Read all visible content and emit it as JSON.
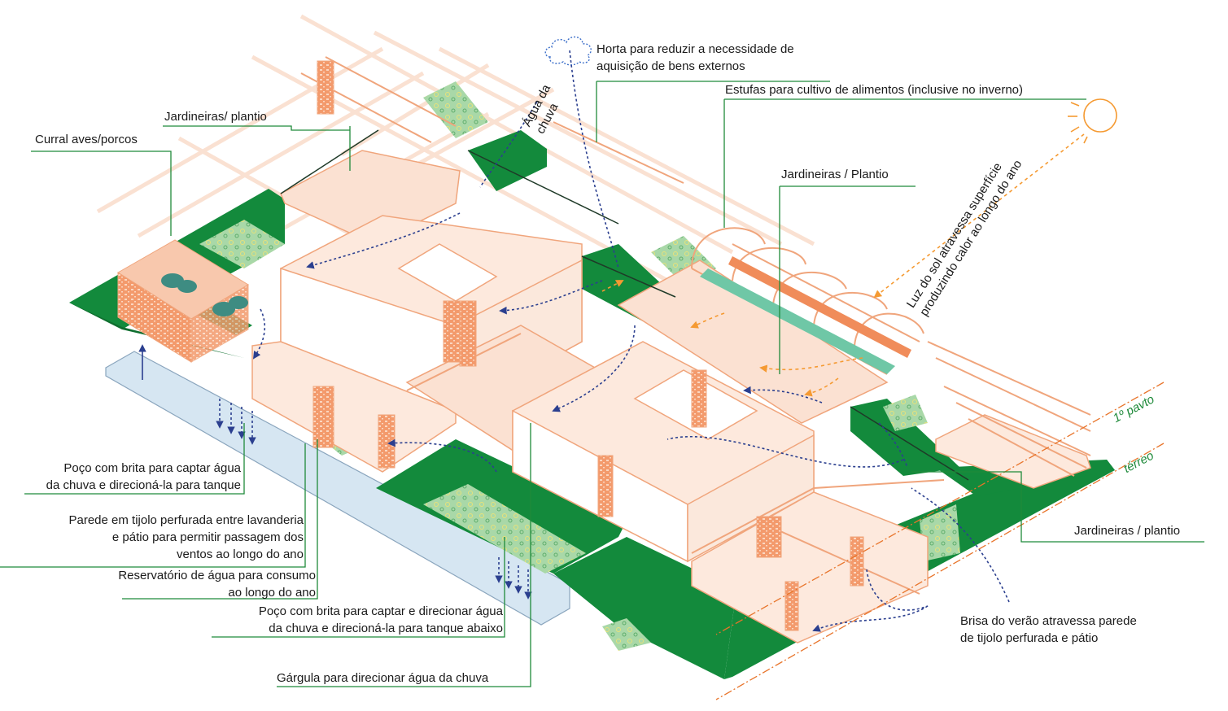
{
  "labels": {
    "horta": [
      "Horta para reduzir a necessidade de",
      "aquisição de bens externos"
    ],
    "agua_chuva": [
      "Água da",
      "chuva"
    ],
    "estufas": "Estufas para cultivo de alimentos (inclusive no inverno)",
    "jardineiras_top": "Jardineiras/ plantio",
    "curral": "Curral aves/porcos",
    "jardineiras_mid": "Jardineiras / Plantio",
    "luz_sol": [
      "Luz do sol atravessa superfície",
      "produzindo calor ao longo do ano"
    ],
    "pavto": "1º pavto",
    "terreo": "térreo",
    "poco_brita_1": [
      "Poço com brita para captar água",
      "da chuva e direcioná-la para tanque"
    ],
    "parede_tijolo": [
      "Parede em tijolo perfurada entre lavanderia",
      "e pátio para permitir passagem dos",
      "ventos ao longo do ano"
    ],
    "reservatorio": [
      "Reservatório de água para consumo",
      "ao longo do ano"
    ],
    "poco_brita_2": [
      "Poço com brita para captar e direcionar água",
      "da chuva e direcioná-la para tanque abaixo"
    ],
    "gargula": "Gárgula para direcionar água da chuva",
    "jardineiras_right": "Jardineiras / plantio",
    "brisa": [
      "Brisa do verão atravessa parede",
      "de tijolo perfurada e pátio"
    ]
  },
  "colors": {
    "leader": "#1f8a3a",
    "green_fill": "#138a3c",
    "garden_fill": "#9fd3a4",
    "building_line": "#f0a57c",
    "building_fill": "#fbe1d2",
    "brick": "#f08c5a",
    "water": "#d6e6f2",
    "wind_arrow": "#2b3f8f",
    "sun": "#f59a32"
  },
  "icons": [
    "cloud-icon",
    "sun-icon",
    "animal-icon"
  ]
}
